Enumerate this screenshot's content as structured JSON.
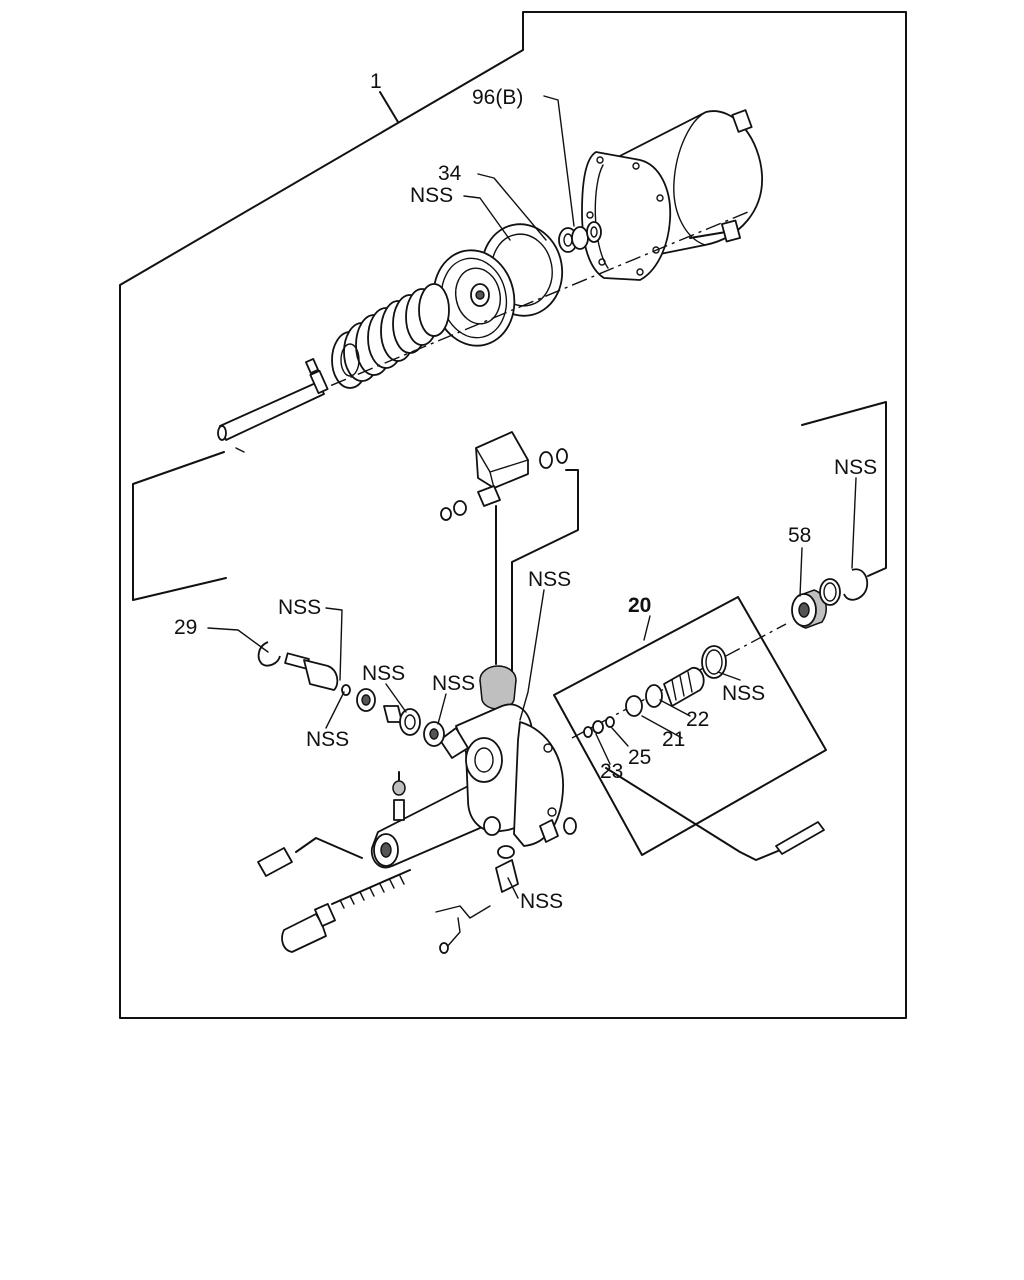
{
  "diagram": {
    "labels": {
      "assembly": "1",
      "retainer_b": "96(B)",
      "seal_34": "34",
      "nss_seal_top": "NSS",
      "nss_right_top": "NSS",
      "part_58": "58",
      "kit_20": "20",
      "nss_center": "NSS",
      "part_29": "29",
      "nss_left_top": "NSS",
      "nss_left_bottom": "NSS",
      "nss_mid_a": "NSS",
      "nss_mid_b": "NSS",
      "nss_kit_ring": "NSS",
      "part_22": "22",
      "part_21": "21",
      "part_25": "25",
      "part_23": "23",
      "nss_bottom": "NSS"
    }
  }
}
